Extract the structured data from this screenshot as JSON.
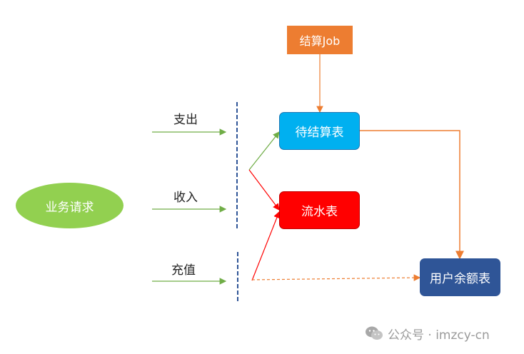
{
  "nodes": {
    "job": "结算Job",
    "pending": "待结算表",
    "flow": "流水表",
    "balance": "用户余额表",
    "request": "业务请求"
  },
  "labels": {
    "expense": "支出",
    "income": "收入",
    "recharge": "充值"
  },
  "watermark": {
    "text": "公众号 · imzcy-cn",
    "icon": "wechat-icon"
  },
  "colors": {
    "job": "#ED7D31",
    "pending": "#00B0F0",
    "flow": "#FF0000",
    "balance": "#2F5597",
    "request": "#92D050",
    "green_arrow": "#70AD47",
    "orange_arrow": "#ED7D31",
    "red_arrow": "#FF0000",
    "divider": "#2F5597"
  }
}
